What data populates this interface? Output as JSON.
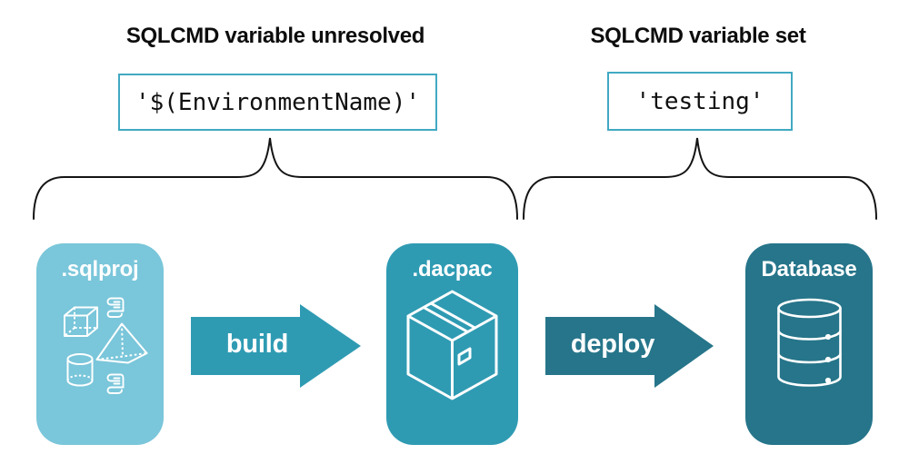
{
  "left_annotation": {
    "heading": "SQLCMD variable unresolved",
    "code": "'$(EnvironmentName)'"
  },
  "right_annotation": {
    "heading": "SQLCMD variable set",
    "code": "'testing'"
  },
  "pipeline": {
    "stages": [
      {
        "label": ".sqlproj",
        "color": "#7ac6da",
        "icon": "sql-objects-icons"
      },
      {
        "label": ".dacpac",
        "color": "#2f9bb3",
        "icon": "package-icon"
      },
      {
        "label": "Database",
        "color": "#26758a",
        "icon": "database-icon"
      }
    ],
    "arrows": [
      {
        "label": "build",
        "color": "#2f9bb3"
      },
      {
        "label": "deploy",
        "color": "#26758a"
      }
    ]
  },
  "colors": {
    "background": "#ffffff",
    "code_box_border": "#41a9c2",
    "brace": "#141414",
    "heading_text": "#0d0d0d",
    "card_text": "#ffffff"
  }
}
